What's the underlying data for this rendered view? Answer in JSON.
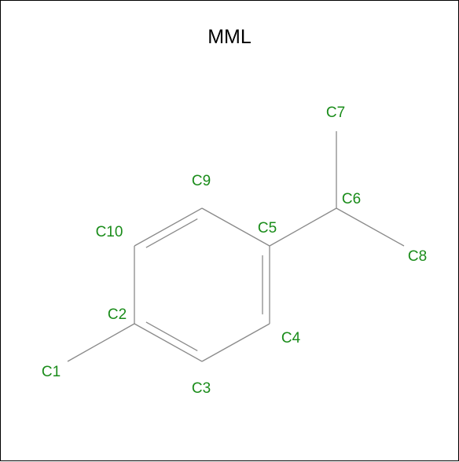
{
  "title": "MML",
  "colors": {
    "atom_label": "#1a8c1a",
    "bond": "#8a8a8a",
    "border": "#000000",
    "background": "#ffffff"
  },
  "atoms": [
    {
      "id": "C1",
      "label": "C1"
    },
    {
      "id": "C2",
      "label": "C2"
    },
    {
      "id": "C3",
      "label": "C3"
    },
    {
      "id": "C4",
      "label": "C4"
    },
    {
      "id": "C5",
      "label": "C5"
    },
    {
      "id": "C6",
      "label": "C6"
    },
    {
      "id": "C7",
      "label": "C7"
    },
    {
      "id": "C8",
      "label": "C8"
    },
    {
      "id": "C9",
      "label": "C9"
    },
    {
      "id": "C10",
      "label": "C10"
    }
  ],
  "bonds": [
    {
      "from": "C1",
      "to": "C2",
      "order": 1
    },
    {
      "from": "C2",
      "to": "C3",
      "order": 2
    },
    {
      "from": "C3",
      "to": "C4",
      "order": 1
    },
    {
      "from": "C4",
      "to": "C5",
      "order": 2
    },
    {
      "from": "C5",
      "to": "C9",
      "order": 1
    },
    {
      "from": "C9",
      "to": "C10",
      "order": 2
    },
    {
      "from": "C10",
      "to": "C2",
      "order": 1
    },
    {
      "from": "C5",
      "to": "C6",
      "order": 1
    },
    {
      "from": "C6",
      "to": "C7",
      "order": 1
    },
    {
      "from": "C6",
      "to": "C8",
      "order": 1
    }
  ]
}
